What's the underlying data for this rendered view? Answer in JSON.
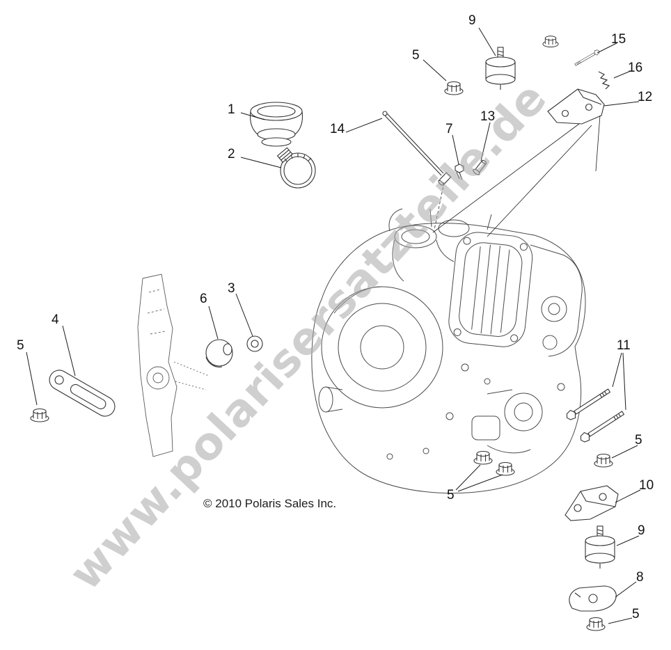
{
  "colors": {
    "background": "#ffffff",
    "line": "#3f3f3f",
    "watermark": "#a9a9a9",
    "label": "#111111"
  },
  "watermark": {
    "text": "www.polarisersatzteile.de"
  },
  "footer": {
    "copyright": "© 2010 Polaris Sales Inc."
  },
  "callouts": [
    {
      "label": "9"
    },
    {
      "label": "15"
    },
    {
      "label": "5"
    },
    {
      "label": "16"
    },
    {
      "label": "12"
    },
    {
      "label": "1"
    },
    {
      "label": "14"
    },
    {
      "label": "7"
    },
    {
      "label": "13"
    },
    {
      "label": "2"
    },
    {
      "label": "6"
    },
    {
      "label": "3"
    },
    {
      "label": "4"
    },
    {
      "label": "5"
    },
    {
      "label": "11"
    },
    {
      "label": "5"
    },
    {
      "label": "5"
    },
    {
      "label": "10"
    },
    {
      "label": "9"
    },
    {
      "label": "8"
    },
    {
      "label": "5"
    }
  ]
}
